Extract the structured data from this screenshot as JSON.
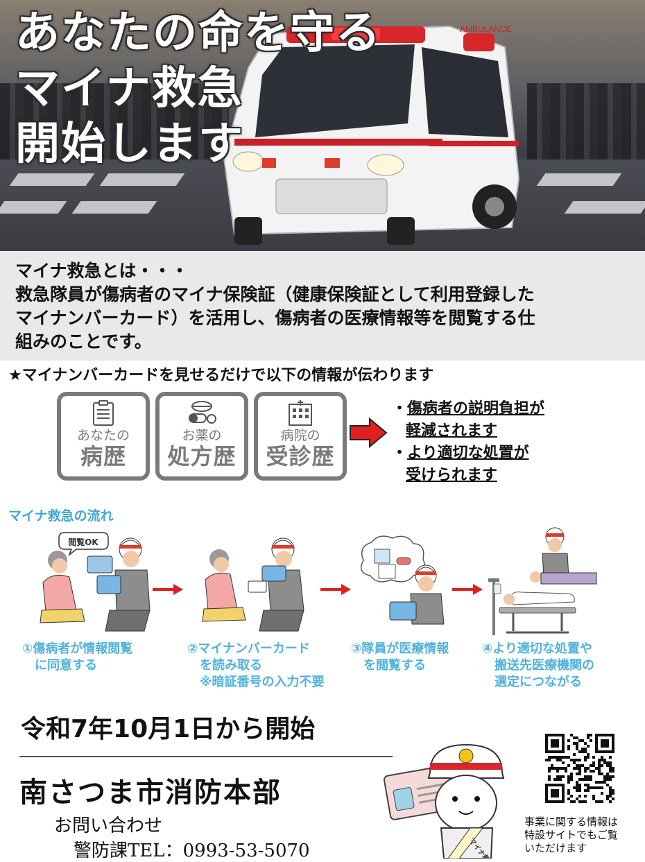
{
  "hero": {
    "title": "あなたの命を守る\nマイナ救急\n開始します",
    "ambulance_label": "AMBULANCE"
  },
  "definition": {
    "lines": [
      "マイナ救急とは・・・",
      "救急隊員が傷病者のマイナ保険証（健康保険証として利用登録した",
      "マイナンバーカード）を活用し、傷病者の医療情報等を閲覧する仕",
      "組みのことです。"
    ]
  },
  "info": {
    "heading": "★マイナンバーカードを見せるだけで以下の情報が伝わります",
    "cards": [
      {
        "line1": "あなたの",
        "line2": "病歴",
        "icon": "clipboard-icon"
      },
      {
        "line1": "お薬の",
        "line2": "処方歴",
        "icon": "pills-icon"
      },
      {
        "line1": "病院の",
        "line2": "受診歴",
        "icon": "hospital-icon"
      }
    ],
    "benefits": [
      {
        "bullet": "・",
        "line1": "傷病者の説明負担が",
        "line2": "軽減されます"
      },
      {
        "bullet": "・",
        "line1": "より適切な処置が",
        "line2": "受けられます"
      }
    ]
  },
  "flow": {
    "heading": "マイナ救急の流れ",
    "speech_bubble": "閲覧OK",
    "steps": [
      {
        "caption": "①傷病者が情報閲覧\n　に同意する"
      },
      {
        "caption": "②マイナンバーカード\n　を読み取る\n　※暗証番号の入力不要"
      },
      {
        "caption": "③隊員が医療情報\n　を閲覧する"
      },
      {
        "caption": "④より適切な処置や\n　搬送先医療機関の\n　選定につながる"
      }
    ]
  },
  "footer": {
    "start_date": "令和7年10月1日から開始",
    "department": "南さつま市消防本部",
    "contact_label": "お問い合わせ",
    "contact_tel": "警防課TEL：0993-53-5070",
    "sash_text": "マイナ救急",
    "qr_note": "事業に関する情報は\n特設サイトでもご覧\nいただけます"
  },
  "colors": {
    "accent_blue": "#4fb2df",
    "arrow_red": "#e02020",
    "card_gray": "#7a7a7a",
    "definition_bg": "#e9e9e9"
  }
}
